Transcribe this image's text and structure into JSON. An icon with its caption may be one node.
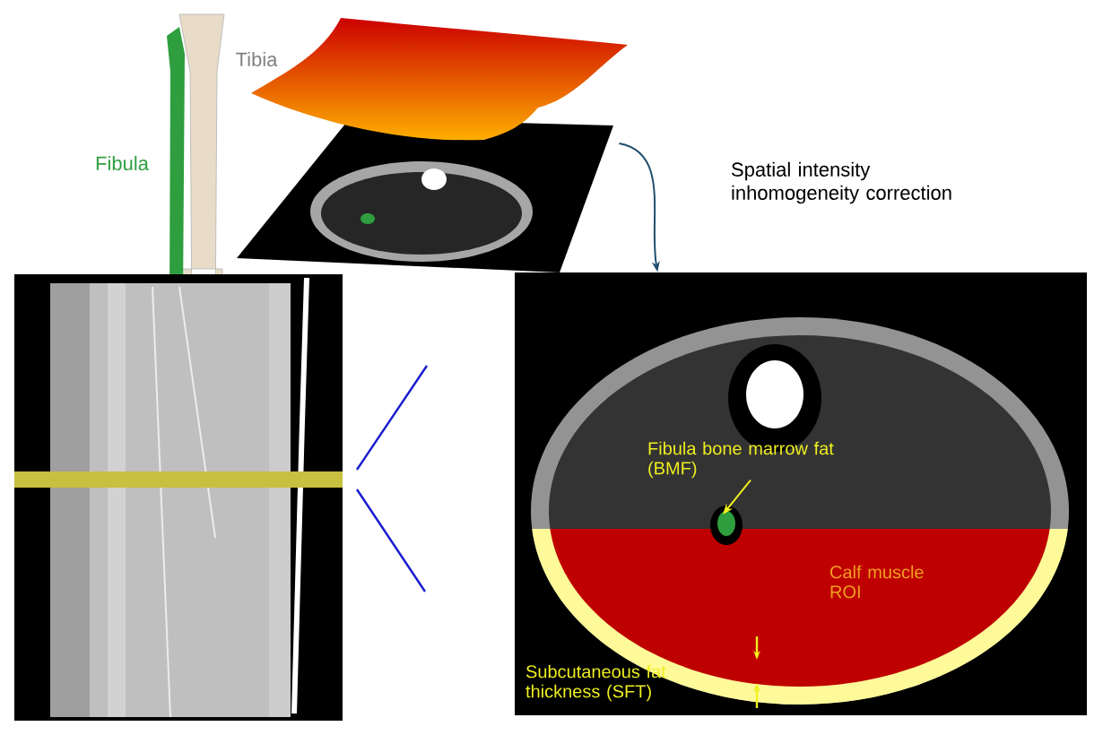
{
  "diagram": {
    "nodes": [
      {
        "text": [],
        "shape": "picture"
      },
      {
        "text": [],
        "shape": "picture"
      },
      {
        "text": [],
        "shape": "picture"
      },
      {
        "text": [
          "Fibula bone marrow fat (BMF)"
        ],
        "in": 2
      },
      {
        "text": [
          "Calf muscle ROI"
        ],
        "in": 2
      }
    ],
    "edges": [
      {
        "from": 0,
        "to": 2,
        "arrow": "to",
        "label": "Spatial intensity inhomogeneity correction",
        "color": "#1f4e6e"
      },
      {
        "from": 3,
        "to": null,
        "arrow": "to",
        "color": "#f0f020"
      }
    ],
    "labels": [
      "Tibia",
      "Fibula",
      "Subcutaneous fat thickness (SFT)"
    ]
  }
}
